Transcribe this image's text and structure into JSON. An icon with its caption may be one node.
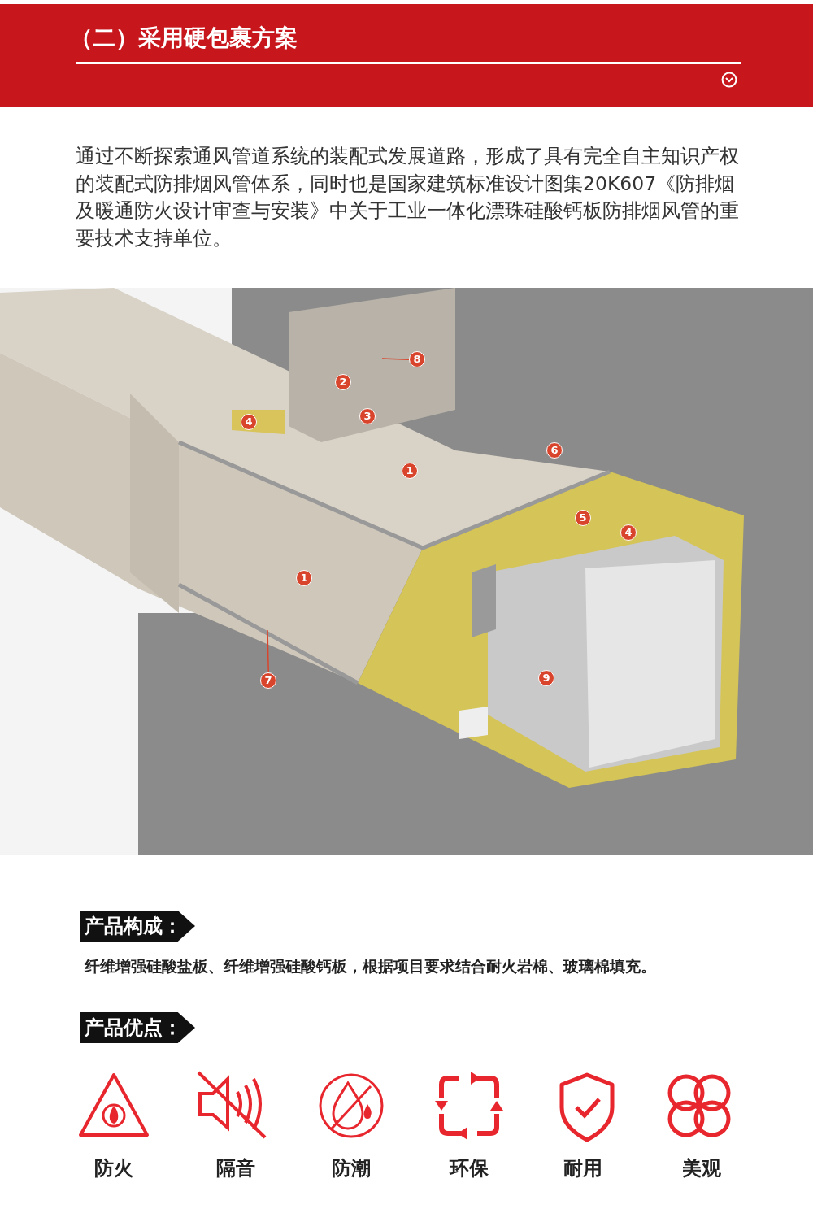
{
  "diagram": {
    "title": "（二）采用硬包裹方案",
    "nodes": [
      {
        "text": [
          "8"
        ]
      },
      {
        "text": [
          "2"
        ]
      },
      {
        "text": [
          "3"
        ]
      },
      {
        "text": [
          "4"
        ]
      },
      {
        "text": [
          "6"
        ]
      },
      {
        "text": [
          "1"
        ]
      },
      {
        "text": [
          "5"
        ]
      },
      {
        "text": [
          "4"
        ]
      },
      {
        "text": [
          "1"
        ]
      },
      {
        "text": [
          "9"
        ]
      },
      {
        "text": [
          "7"
        ]
      },
      {
        "text": [
          "产品构成："
        ]
      },
      {
        "text": [
          "产品优点："
        ]
      }
    ],
    "edges": [
      {
        "from": 0,
        "to": null,
        "arrow": "none"
      },
      {
        "from": 10,
        "to": null,
        "arrow": "none"
      }
    ],
    "labels": [
      "通过不断探索通风管道系统的装配式发展道路，形成了具有完全自主知识产权的装配式防排烟风管体系，同时也是国家建筑标准设计图集20K607《防排烟及暖通防火设计审查与安装》中关于工业一体化漂珠硅酸钙板防排烟风管的重要技术支持单位。",
      "纤维增强硅酸盐板、纤维增强硅酸钙板，根据项目要求结合耐火岩棉、玻璃棉填充。",
      "防火",
      "隔音",
      "防潮",
      "环保",
      "耐用",
      "美观"
    ]
  }
}
